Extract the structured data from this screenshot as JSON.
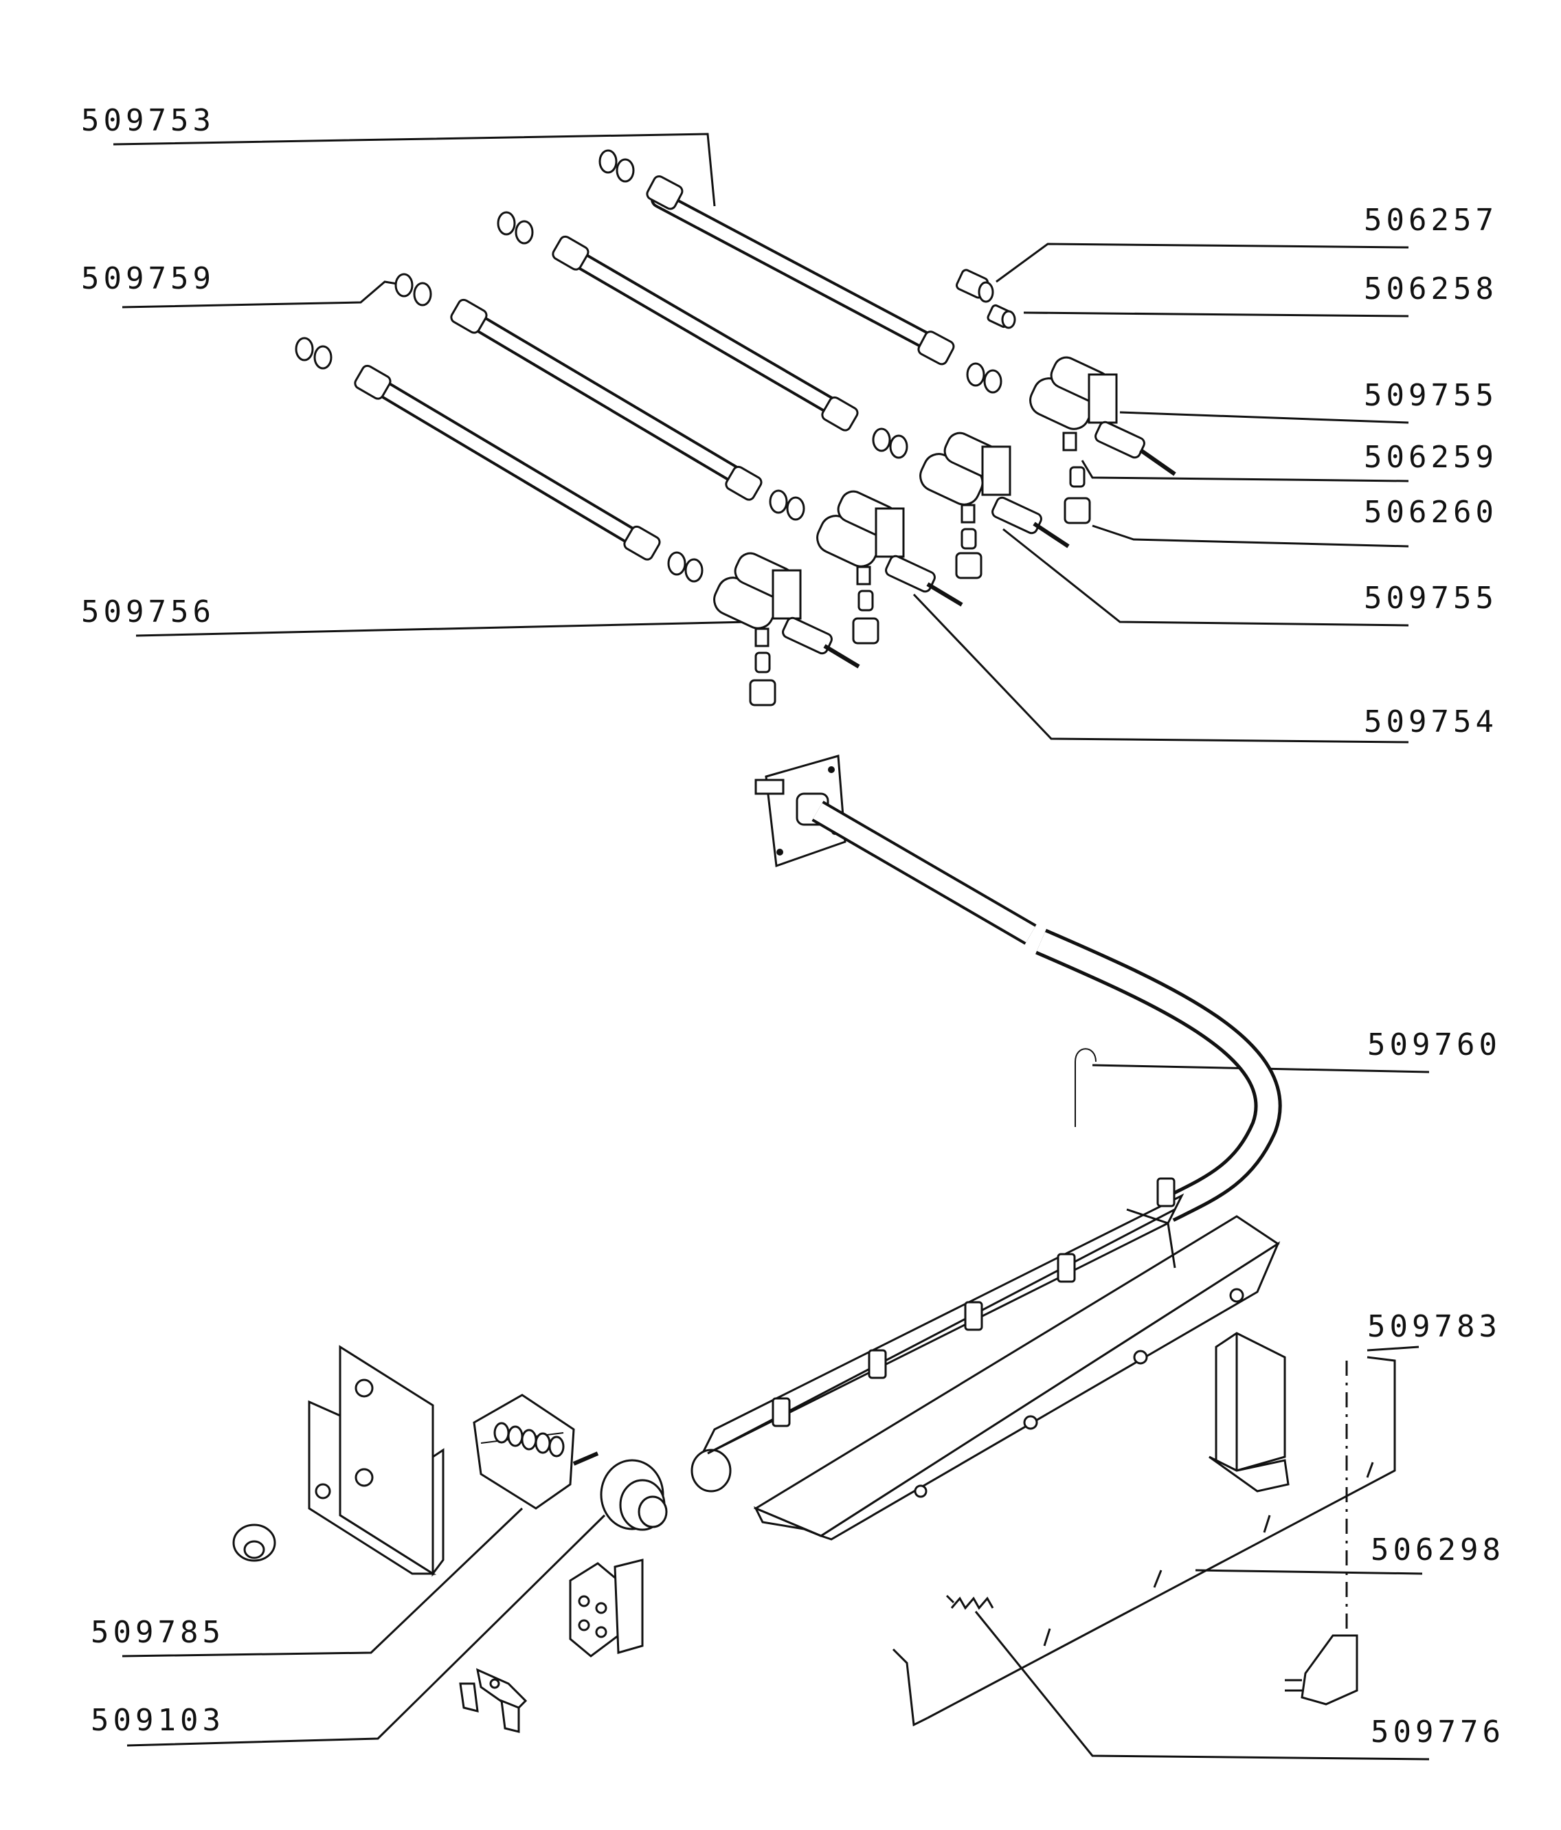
{
  "callouts": [
    {
      "id": "c-509753",
      "text": "509753"
    },
    {
      "id": "c-509759",
      "text": "509759"
    },
    {
      "id": "c-506257",
      "text": "506257"
    },
    {
      "id": "c-506258",
      "text": "506258"
    },
    {
      "id": "c-509755a",
      "text": "509755"
    },
    {
      "id": "c-506259",
      "text": "506259"
    },
    {
      "id": "c-506260",
      "text": "506260"
    },
    {
      "id": "c-509755b",
      "text": "509755"
    },
    {
      "id": "c-509756",
      "text": "509756"
    },
    {
      "id": "c-509754",
      "text": "509754"
    },
    {
      "id": "c-509760",
      "text": "509760"
    },
    {
      "id": "c-509783",
      "text": "509783"
    },
    {
      "id": "c-506298",
      "text": "506298"
    },
    {
      "id": "c-509785",
      "text": "509785"
    },
    {
      "id": "c-509103",
      "text": "509103"
    },
    {
      "id": "c-509776",
      "text": "509776"
    }
  ]
}
